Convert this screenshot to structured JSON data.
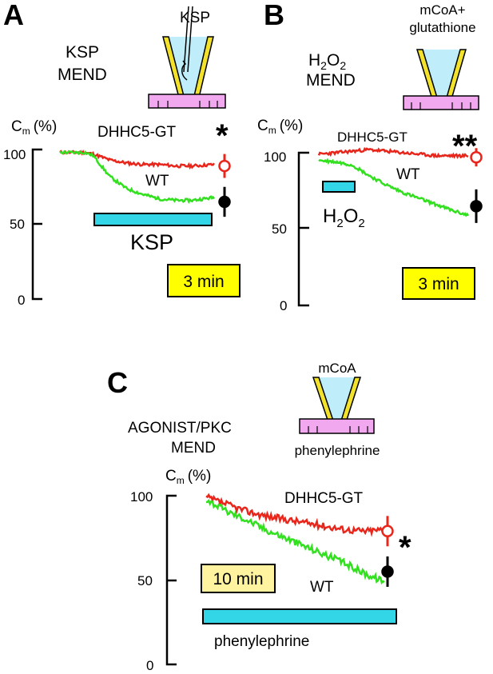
{
  "panels": {
    "A": {
      "letter": "A",
      "condition_line1": "KSP",
      "condition_line2": "MEND",
      "pipette_label": "KSP",
      "y_label_main": "C",
      "y_label_sub": "m",
      "y_label_unit": "(%)",
      "ticks": [
        "100",
        "50",
        "0"
      ],
      "bar_label": "KSP",
      "scale": "3 min",
      "significance": "*"
    },
    "B": {
      "letter": "B",
      "condition_line1_main": "H",
      "condition_line1_sub": "2",
      "condition_line1_main2": "O",
      "condition_line1_sub2": "2",
      "condition_line2": "MEND",
      "pipette_label_1": "mCoA+",
      "pipette_label_2": "glutathione",
      "y_label_main": "C",
      "y_label_sub": "m",
      "y_label_unit": "(%)",
      "ticks": [
        "100",
        "50",
        "0"
      ],
      "bar_label_main": "H",
      "bar_label_sub": "2",
      "bar_label_main2": "O",
      "bar_label_sub2": "2",
      "scale": "3 min",
      "significance": "**"
    },
    "C": {
      "letter": "C",
      "condition_line1": "AGONIST/PKC",
      "condition_line2": "MEND",
      "pipette_label": "mCoA",
      "bath_label": "phenylephrine",
      "y_label_main": "C",
      "y_label_sub": "m",
      "y_label_unit": "(%)",
      "ticks": [
        "100",
        "50",
        "0"
      ],
      "bar_label": "phenylephrine",
      "scale": "10 min",
      "significance": "*"
    }
  },
  "colors": {
    "dhhc5": "#e8261c",
    "wt": "#33e020",
    "bar": "#33d6e6",
    "scale_box": "#ffff00",
    "scale_box_pale": "#fff3a0",
    "pipette_fill": "#bfeefa",
    "pipette_wall": "#f2e22c",
    "cell": "#f2a8ef"
  },
  "chart_data": [
    {
      "type": "line",
      "panel": "A",
      "x_unit": "min",
      "ylabel": "Cm (%)",
      "ylim": [
        0,
        100
      ],
      "yticks": [
        0,
        50,
        100
      ],
      "series": [
        {
          "name": "DHHC5-GT",
          "x": [
            0,
            1.5,
            2,
            3,
            4,
            5,
            6,
            7,
            8,
            9.3
          ],
          "y": [
            98,
            98,
            97,
            93,
            91,
            90,
            90,
            89,
            89,
            90
          ]
        },
        {
          "name": "WT",
          "x": [
            0,
            1.5,
            2,
            3,
            4,
            5,
            6,
            7,
            8,
            9.3
          ],
          "y": [
            98,
            98,
            96,
            82,
            74,
            70,
            67,
            66,
            66,
            68
          ]
        }
      ],
      "endpoints": [
        {
          "series": "DHHC5-GT",
          "mean": 89,
          "error": 8
        },
        {
          "series": "WT",
          "mean": 65,
          "error": 10
        }
      ],
      "treatment_bar": {
        "label": "KSP",
        "x_start": 1.5,
        "x_end": 8.8
      },
      "scale_bar": "3 min",
      "significance": "*"
    },
    {
      "type": "line",
      "panel": "B",
      "x_unit": "min",
      "ylabel": "Cm (%)",
      "ylim": [
        0,
        100
      ],
      "yticks": [
        0,
        50,
        100
      ],
      "series": [
        {
          "name": "DHHC5-GT",
          "x": [
            0,
            1,
            2,
            3,
            4,
            5,
            6,
            7,
            8,
            8.9
          ],
          "y": [
            99,
            100,
            101,
            102,
            101,
            100,
            99,
            98,
            98,
            98
          ]
        },
        {
          "name": "WT",
          "x": [
            0,
            1,
            2,
            3,
            4,
            5,
            6,
            7,
            8,
            8.9
          ],
          "y": [
            95,
            94,
            92,
            85,
            79,
            74,
            70,
            66,
            62,
            59
          ]
        }
      ],
      "endpoints": [
        {
          "series": "DHHC5-GT",
          "mean": 97,
          "error": 6
        },
        {
          "series": "WT",
          "mean": 65,
          "error": 11
        }
      ],
      "treatment_bar": {
        "label": "H2O2",
        "x_start": 0.3,
        "x_end": 1.6
      },
      "scale_bar": "3 min",
      "significance": "**"
    },
    {
      "type": "line",
      "panel": "C",
      "x_unit": "min",
      "ylabel": "Cm (%)",
      "ylim": [
        0,
        100
      ],
      "yticks": [
        0,
        50,
        100
      ],
      "series": [
        {
          "name": "DHHC5-GT",
          "x": [
            0,
            5,
            10,
            15,
            20,
            25,
            30,
            35,
            40,
            45
          ],
          "y": [
            99,
            95,
            91,
            88,
            86,
            84,
            82,
            80,
            79,
            80
          ]
        },
        {
          "name": "WT",
          "x": [
            0,
            5,
            10,
            15,
            20,
            25,
            30,
            35,
            40,
            45
          ],
          "y": [
            98,
            91,
            86,
            80,
            75,
            70,
            65,
            60,
            54,
            49
          ]
        }
      ],
      "endpoints": [
        {
          "series": "DHHC5-GT",
          "mean": 79,
          "error": 9
        },
        {
          "series": "WT",
          "mean": 55,
          "error": 9
        }
      ],
      "treatment_bar": {
        "label": "phenylephrine",
        "x_start": 0,
        "x_end": 45
      },
      "scale_bar": "10 min",
      "significance": "*"
    }
  ]
}
